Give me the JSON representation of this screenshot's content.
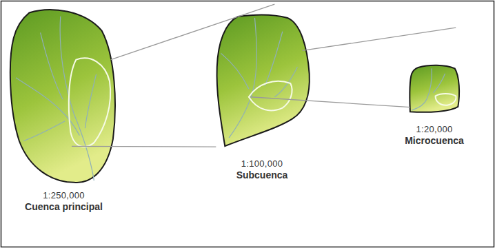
{
  "diagram": {
    "nodes": [
      {
        "text": [
          "1:250,000",
          "Cuenca principal"
        ]
      },
      {
        "text": [
          "1:100,000",
          "Subcuenca"
        ]
      },
      {
        "text": [
          "1:20,000",
          "Microcuenca"
        ]
      }
    ],
    "edges": [
      {
        "from": 0,
        "to": 1,
        "arrow": "none"
      },
      {
        "from": 0,
        "to": 1,
        "arrow": "none"
      },
      {
        "from": 1,
        "to": 2,
        "arrow": "none"
      },
      {
        "from": 1,
        "to": 2,
        "arrow": "none"
      }
    ]
  }
}
